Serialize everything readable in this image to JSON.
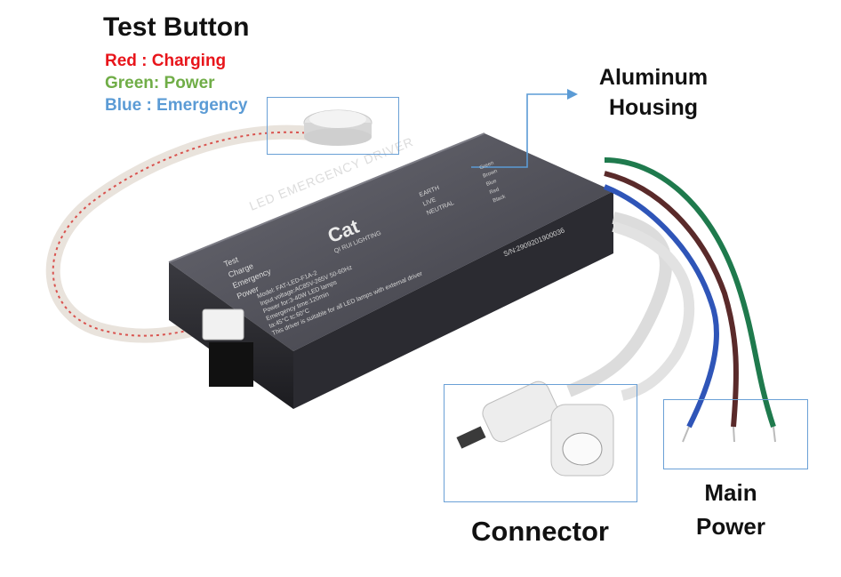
{
  "labels": {
    "test_button": "Test Button",
    "legend": {
      "red": "Red : Charging",
      "green": "Green: Power",
      "blue": "Blue : Emergency"
    },
    "aluminum_housing_line1": "Aluminum",
    "aluminum_housing_line2": "Housing",
    "connector": "Connector",
    "main_power_line1": "Main",
    "main_power_line2": "Power"
  },
  "device": {
    "title": "LED EMERGENCY DRIVER",
    "brand": "Cat",
    "brand_sub": "QI RUI LIGHTING",
    "indicators": [
      "Test",
      "Charge",
      "Emergency",
      "Power"
    ],
    "wires": [
      "EARTH",
      "LIVE",
      "NEUTRAL"
    ],
    "wire_colors": [
      "Green",
      "Brown",
      "Blue",
      "Red",
      "Black"
    ],
    "spec_lines": [
      "Model: FAT-LED-F1A-2",
      "Input voltage:AC85V-265V 50-60Hz",
      "Power for:3-40W LED lamps",
      "Emergency time:120min",
      "ta:45°C  tc:60°C",
      "This driver is suitable for all LED lamps with external driver"
    ],
    "serial": "S/N:2909201900036"
  },
  "colors": {
    "red": "#e8151b",
    "green": "#70ad47",
    "blue": "#5b9bd5",
    "callout": "#6aa0d6",
    "housing": "#4a4a52"
  }
}
